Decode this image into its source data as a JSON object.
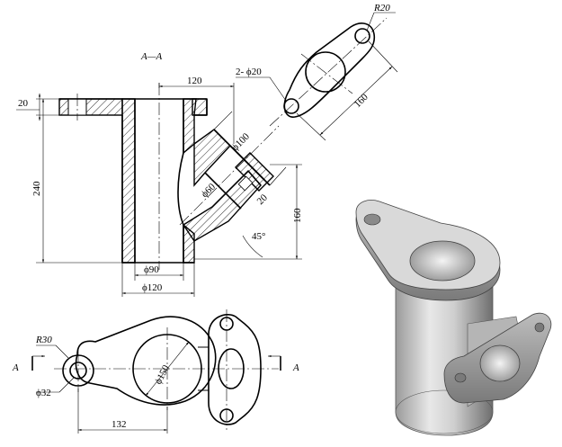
{
  "section_title": "A—A",
  "labels": {
    "r20": "R20",
    "two_phi20": "2- ϕ20",
    "d160_top": "160",
    "d120_top": "120",
    "d20_flange": "20",
    "d240": "240",
    "phi100": "ϕ100",
    "phi60": "ϕ60",
    "d20_branch": "20",
    "d160_right": "160",
    "angle45": "45°",
    "phi90": "ϕ90",
    "phi120": "ϕ120",
    "r30": "R30",
    "phi150": "ϕ150",
    "phi32": "ϕ32",
    "d132": "132",
    "cut_left": "A",
    "cut_right": "A"
  }
}
